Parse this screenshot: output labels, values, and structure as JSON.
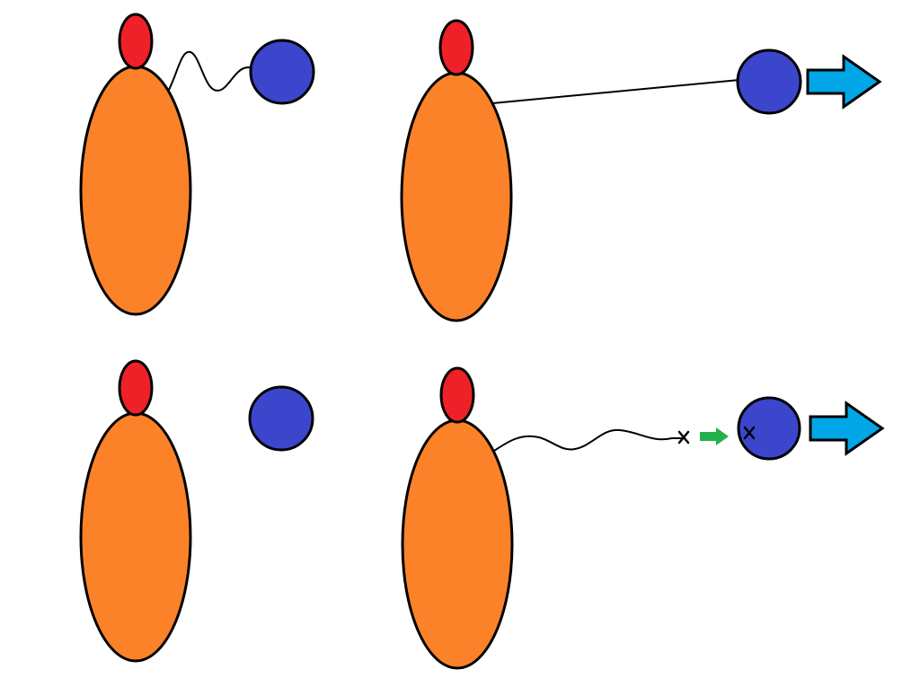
{
  "colors": {
    "body": "#fb8228",
    "head": "#ee2128",
    "ball": "#3c46cc",
    "outline": "#000000",
    "motion_arrow": "#00a6e8",
    "transfer_arrow": "#22b14c"
  },
  "icons": {
    "motion_arrow": "right-arrow-icon",
    "transfer_arrow": "small-right-arrow-icon",
    "break_mark": "x-mark-icon"
  },
  "panels": [
    {
      "id": "top-left",
      "ball": true,
      "tether": "wavy",
      "motion_arrow": false,
      "break_marks": false
    },
    {
      "id": "top-right",
      "ball": true,
      "tether": "taut",
      "motion_arrow": true,
      "break_marks": false
    },
    {
      "id": "bottom-left",
      "ball": true,
      "tether": "none",
      "motion_arrow": false,
      "break_marks": false
    },
    {
      "id": "bottom-right",
      "ball": true,
      "tether": "wavy-broken",
      "motion_arrow": true,
      "break_marks": true
    }
  ]
}
